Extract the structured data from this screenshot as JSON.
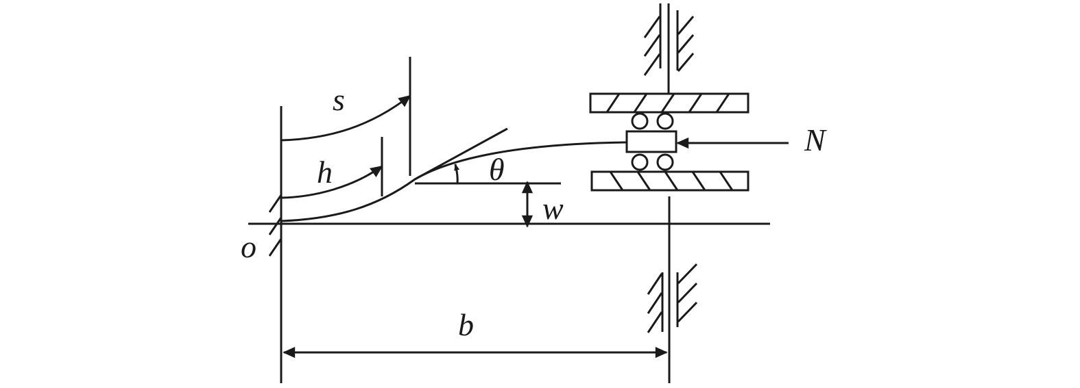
{
  "diagram": {
    "labels": {
      "s": "s",
      "h": "h",
      "theta": "θ",
      "w": "w",
      "N": "N",
      "o": "o",
      "b": "b"
    },
    "colors": {
      "ink": "#1a1a1a",
      "background": "#ffffff"
    }
  }
}
